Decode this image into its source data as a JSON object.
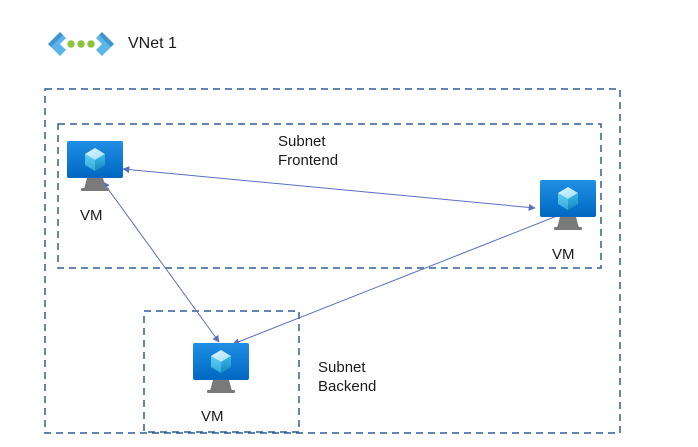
{
  "vnet": {
    "title": "VNet 1",
    "icon": "vnet-icon"
  },
  "subnets": {
    "frontend": {
      "line1": "Subnet",
      "line2": "Frontend"
    },
    "backend": {
      "line1": "Subnet",
      "line2": "Backend"
    }
  },
  "vms": [
    {
      "label": "VM",
      "icon": "virtual-machine-icon"
    },
    {
      "label": "VM",
      "icon": "virtual-machine-icon"
    },
    {
      "label": "VM",
      "icon": "virtual-machine-icon"
    }
  ],
  "colors": {
    "boundary": "#2f5f98",
    "connector": "#5b6fbf",
    "vnet_green": "#8ac43f",
    "vnet_blue_light": "#5ab6e8",
    "vnet_blue_dark": "#0b5aa6",
    "vm_screen": "#0078d4",
    "vm_stand": "#7a7a7a"
  },
  "edges": [
    {
      "from": "vm-frontend-left",
      "to": "vm-frontend-right",
      "bidirectional": true
    },
    {
      "from": "vm-frontend-left",
      "to": "vm-backend",
      "bidirectional": true
    },
    {
      "from": "vm-frontend-right",
      "to": "vm-backend",
      "bidirectional": false
    }
  ]
}
